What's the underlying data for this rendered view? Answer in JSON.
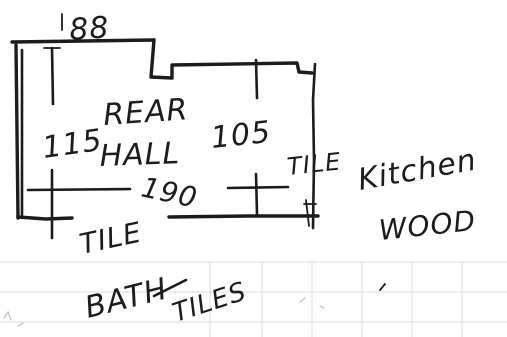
{
  "labels": {
    "top_dimension": "88",
    "left_dimension": "115",
    "room_name_line1": "REAR",
    "room_name_line2": "HALL",
    "bottom_dimension": "190",
    "right_dimension": "105",
    "right_material": "TILE",
    "kitchen_line1": "Kitchen",
    "kitchen_line2": "WOOD",
    "below_material": "TILE",
    "bath_label": "BATH",
    "tiles_label": "TILES"
  }
}
